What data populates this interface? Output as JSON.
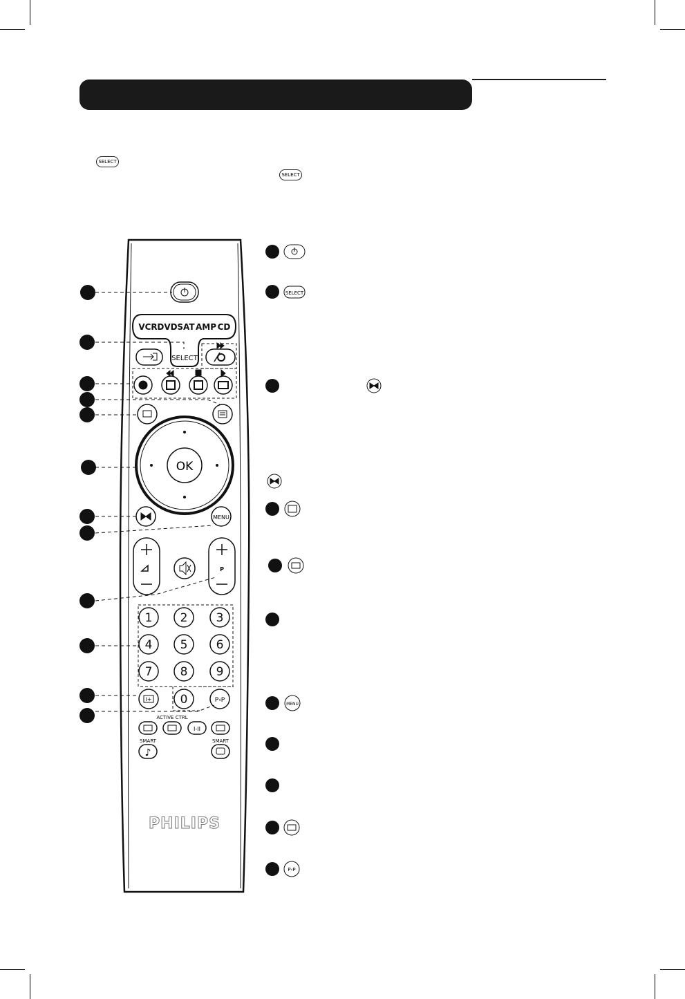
{
  "inline_icons": {
    "select_label": "SELECT"
  },
  "remote": {
    "source_keys": [
      "VCR",
      "DVD",
      "SAT",
      "AMP",
      "CD"
    ],
    "select_label": "SELECT",
    "ok_label": "OK",
    "menu_label": "MENU",
    "program_label": "P",
    "digits": [
      "1",
      "2",
      "3",
      "4",
      "5",
      "6",
      "7",
      "8",
      "9",
      "0"
    ],
    "pip_label": "P‹P",
    "info_label": "i+",
    "active_ctrl_label": "ACTIVE CTRL",
    "dual_label": "I-II",
    "smart_left_label": "SMART",
    "smart_right_label": "SMART",
    "brand": "PHILIPS"
  },
  "legend": {
    "icons": [
      "power-icon",
      "select-icon",
      "pixel-plus-icon",
      "teletext-icon",
      "info-icon",
      "menu-icon",
      "info-plus-icon",
      "pip-icon"
    ],
    "menu_label": "MENU",
    "select_label": "SELECT",
    "pip_label": "P‹P"
  }
}
